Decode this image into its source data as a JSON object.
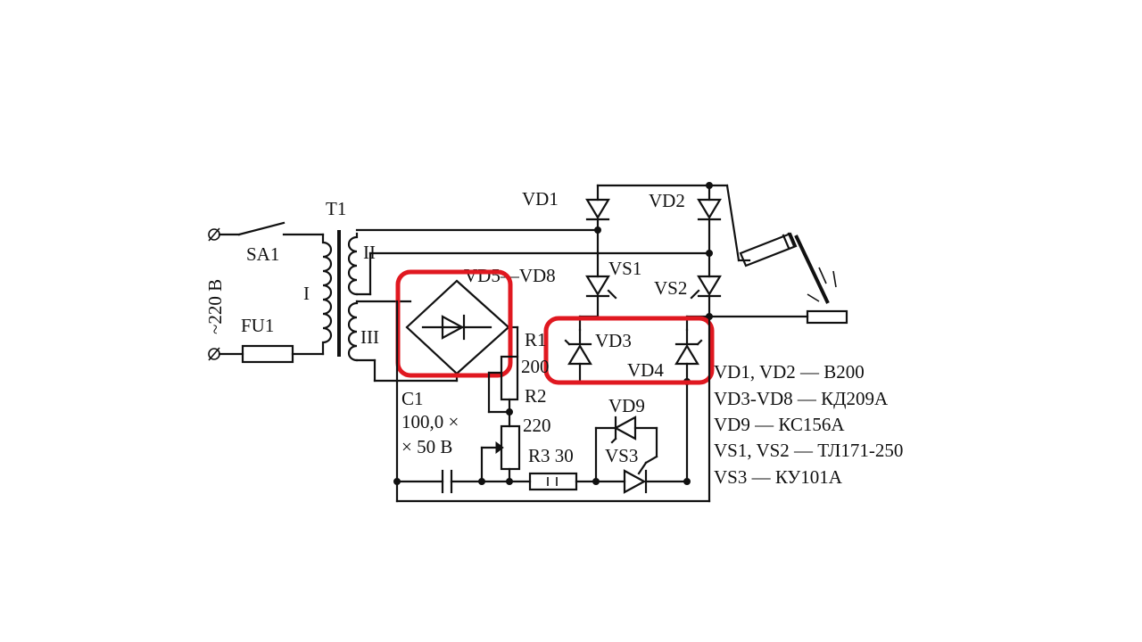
{
  "labels": {
    "mains": "~220 В",
    "switch": "SA1",
    "fuse": "FU1",
    "transformer": "T1",
    "winding_primary": "I",
    "winding_secondary_2": "II",
    "winding_secondary_3": "III",
    "bridge": "VD5—VD8",
    "vd1": "VD1",
    "vd2": "VD2",
    "vs1": "VS1",
    "vs2": "VS2",
    "vd3": "VD3",
    "vd4": "VD4",
    "r1": "R1",
    "r1_value": "200",
    "r2": "R2",
    "r2_value": "220",
    "c1": "C1",
    "c1_value_1": "100,0 ×",
    "c1_value_2": "× 50 В",
    "vd9": "VD9",
    "vs3": "VS3",
    "r3": "R3 30"
  },
  "spec_list": [
    "VD1, VD2 — В200",
    "VD3-VD8 — КД209А",
    "VD9 — КС156А",
    "VS1, VS2 — ТЛ171-250",
    "VS3 — КУ101А"
  ],
  "colors": {
    "line": "#111111",
    "highlight": "#e01820",
    "background": "#ffffff"
  }
}
